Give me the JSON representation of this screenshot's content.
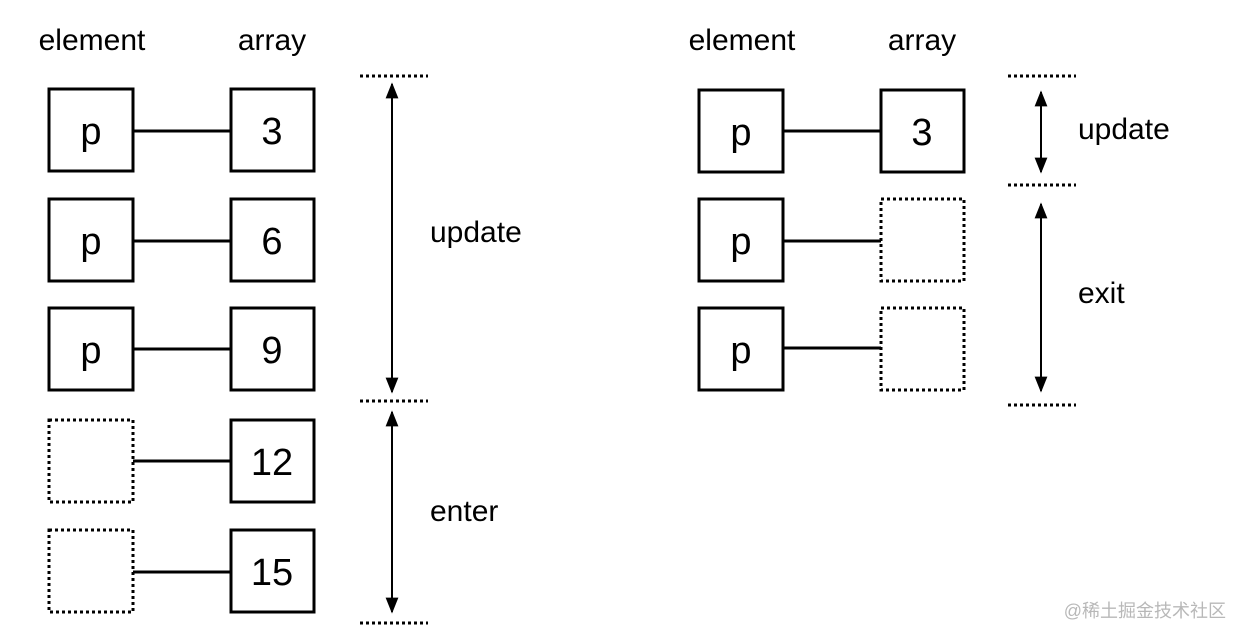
{
  "left_panel": {
    "header_element": "element",
    "header_array": "array",
    "rows": [
      {
        "element": "p",
        "value": "3",
        "element_state": "existing",
        "value_state": "existing"
      },
      {
        "element": "p",
        "value": "6",
        "element_state": "existing",
        "value_state": "existing"
      },
      {
        "element": "p",
        "value": "9",
        "element_state": "existing",
        "value_state": "existing"
      },
      {
        "element": "",
        "value": "12",
        "element_state": "placeholder",
        "value_state": "existing"
      },
      {
        "element": "",
        "value": "15",
        "element_state": "placeholder",
        "value_state": "existing"
      }
    ],
    "phases": [
      {
        "label": "update"
      },
      {
        "label": "enter"
      }
    ]
  },
  "right_panel": {
    "header_element": "element",
    "header_array": "array",
    "rows": [
      {
        "element": "p",
        "value": "3",
        "element_state": "existing",
        "value_state": "existing"
      },
      {
        "element": "p",
        "value": "",
        "element_state": "existing",
        "value_state": "placeholder"
      },
      {
        "element": "p",
        "value": "",
        "element_state": "existing",
        "value_state": "placeholder"
      }
    ],
    "phases": [
      {
        "label": "update"
      },
      {
        "label": "exit"
      }
    ]
  },
  "watermark": "@稀土掘金技术社区",
  "colors": {
    "stroke": "#000000",
    "background": "#ffffff",
    "watermark": "#b8b8b8"
  }
}
